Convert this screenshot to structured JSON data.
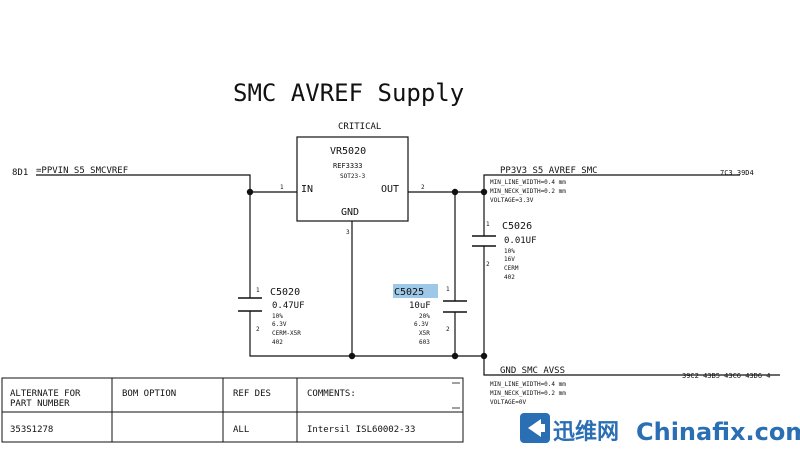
{
  "title": "SMC AVREF Supply",
  "regulator": {
    "header": "CRITICAL",
    "refdes": "VR5020",
    "part": "REF3333",
    "package": "SOT23-3",
    "pin_in_name": "IN",
    "pin_out_name": "OUT",
    "pin_gnd_name": "GND",
    "pin_in_num": "1",
    "pin_out_num": "2",
    "pin_gnd_num": "3"
  },
  "nets": {
    "input_ref": "8D1",
    "input_name": "=PPVIN_S5_SMCVREF",
    "output_name": "PP3V3_S5_AVREF_SMC",
    "output_refs": "7C3 39D4",
    "output_props": [
      "MIN_LINE_WIDTH=0.4 mm",
      "MIN_NECK_WIDTH=0.2 mm",
      "VOLTAGE=3.3V"
    ],
    "gnd_name": "GND_SMC_AVSS",
    "gnd_refs": "39C2 43B5 43C6 43D6 4",
    "gnd_props": [
      "MIN_LINE_WIDTH=0.4 mm",
      "MIN_NECK_WIDTH=0.2 mm",
      "VOLTAGE=0V"
    ]
  },
  "capacitors": {
    "c5020": {
      "refdes": "C5020",
      "value": "0.47UF",
      "tol": "10%",
      "volt": "6.3V",
      "type": "CERM-X5R",
      "size": "402",
      "pin1": "1",
      "pin2": "2"
    },
    "c5025": {
      "refdes": "C5025",
      "value": "10uF",
      "tol": "20%",
      "volt": "6.3V",
      "type": "X5R",
      "size": "603",
      "pin1": "1",
      "pin2": "2"
    },
    "c5026": {
      "refdes": "C5026",
      "value": "0.01UF",
      "tol": "10%",
      "volt": "16V",
      "type": "CERM",
      "size": "402",
      "pin1": "1",
      "pin2": "2"
    }
  },
  "table": {
    "headers": [
      "ALTERNATE FOR PART NUMBER",
      "BOM OPTION",
      "REF DES",
      "COMMENTS:"
    ],
    "row": [
      "353S1278",
      "",
      "ALL",
      "Intersil ISL60002-33"
    ]
  },
  "watermark": {
    "cn": "迅维网",
    "en": "Chinafix.com"
  },
  "colors": {
    "highlight": "#9ec8e8",
    "watermark_blue": "#2a6fb4"
  }
}
